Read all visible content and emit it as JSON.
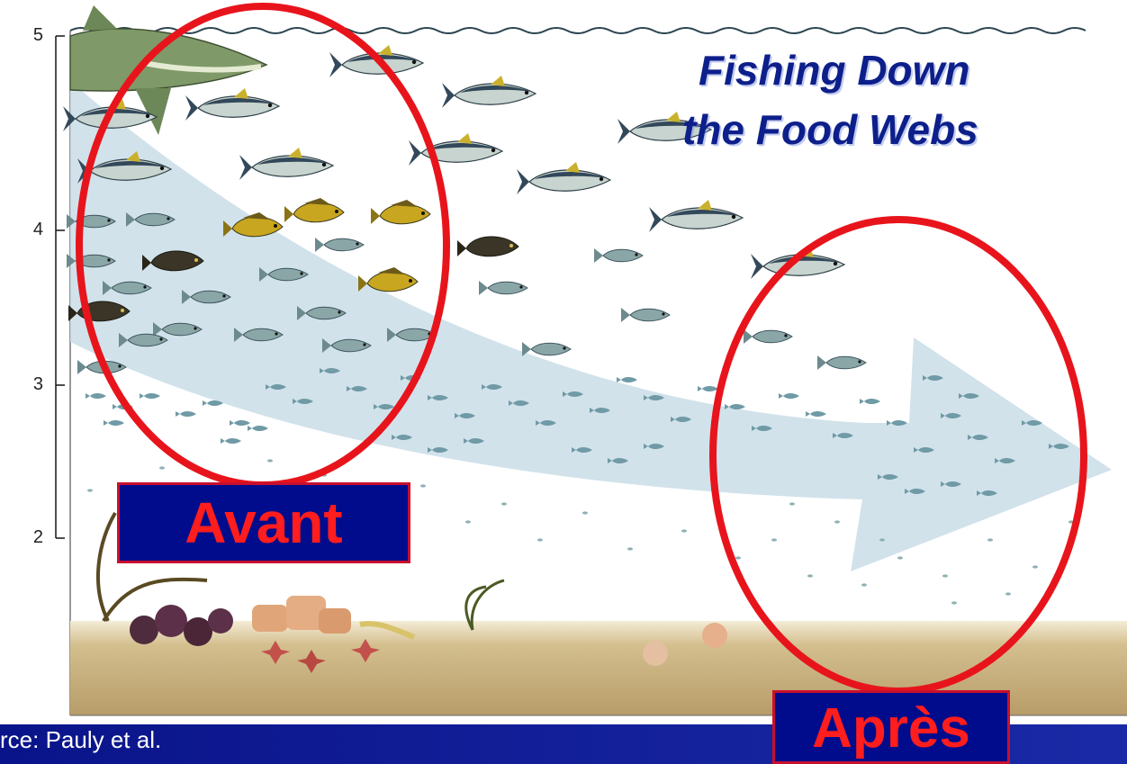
{
  "title": {
    "line1": "Fishing Down",
    "line2": "the Food Webs"
  },
  "y_axis": {
    "ticks": [
      "5",
      "4",
      "3",
      "2"
    ]
  },
  "labels": {
    "before": "Avant",
    "after": "Après"
  },
  "footer": {
    "source": "rce: Pauly et al."
  },
  "colors": {
    "title": "#0d1f8a",
    "label_box_bg": "#000c8c",
    "label_text": "#ff1d1d",
    "circle_stroke": "#e8141c",
    "arrow_fill": "#c9dde8",
    "seabed": "#bfa77a",
    "footer_bg": "#0a148a"
  }
}
